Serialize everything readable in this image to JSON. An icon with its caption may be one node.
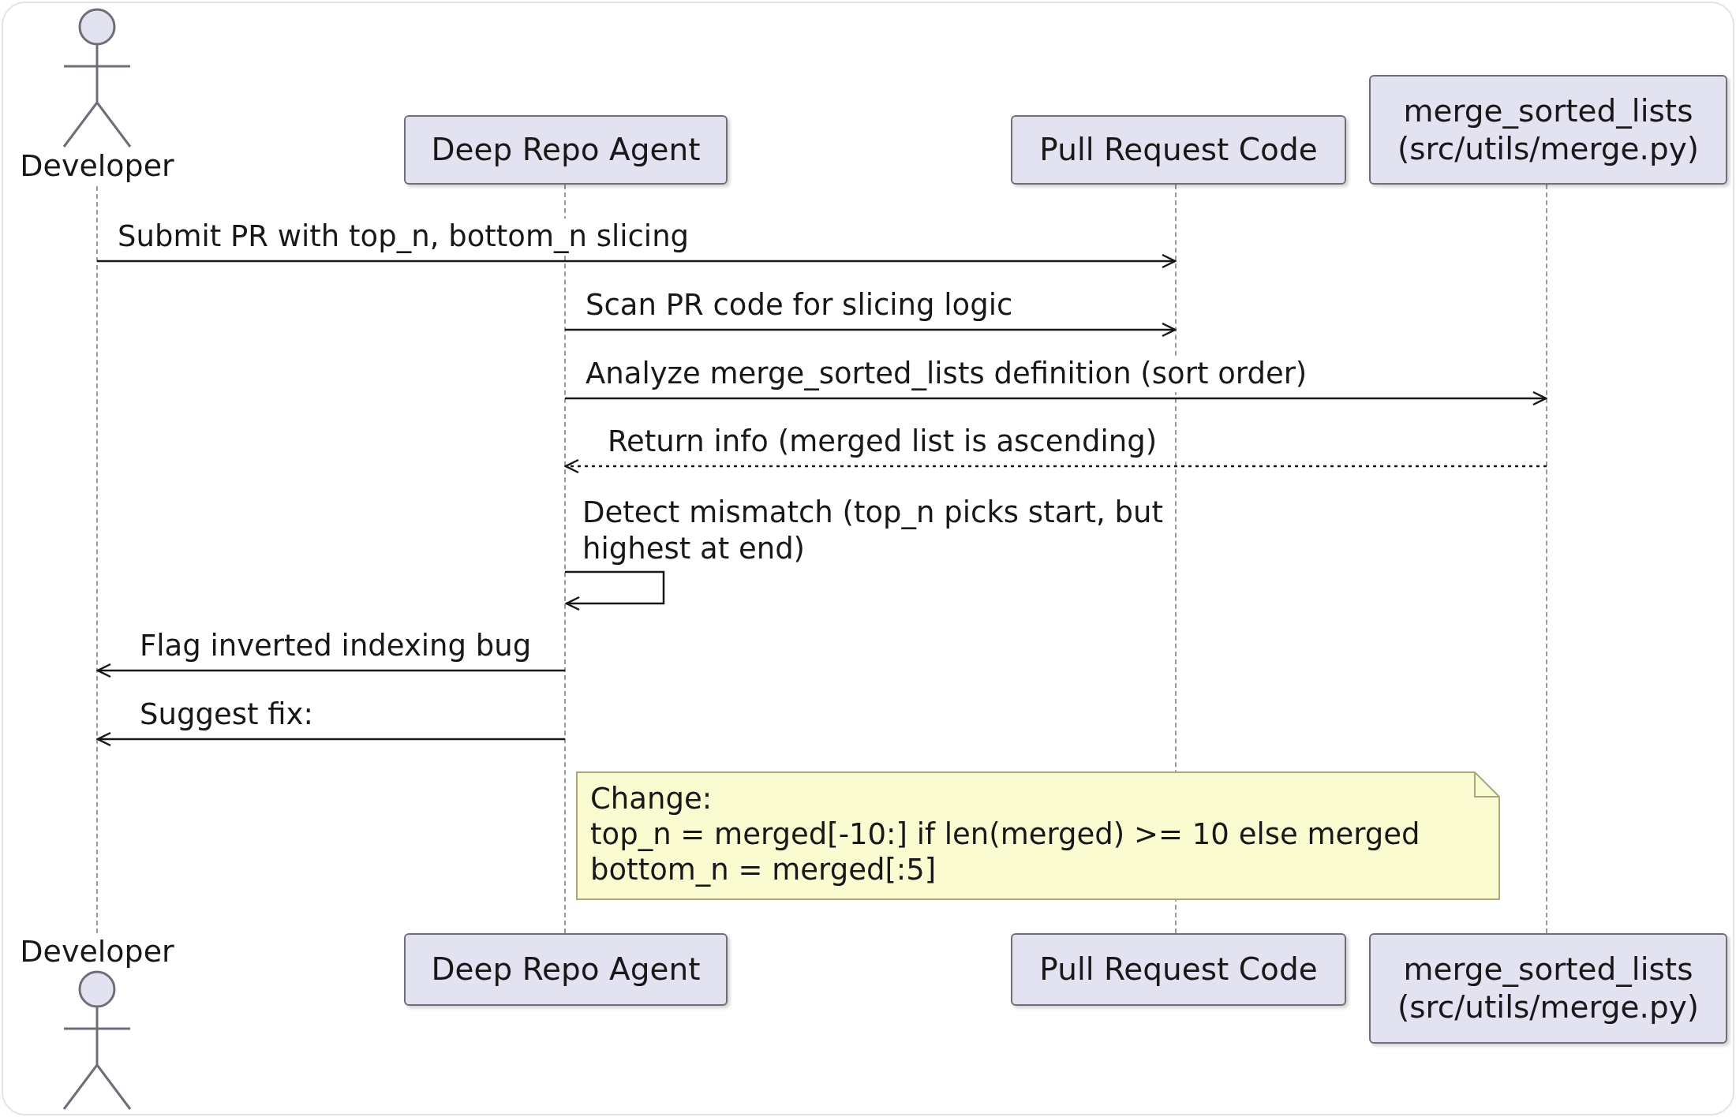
{
  "diagram": {
    "nodes": [
      {
        "text": [
          "Developer"
        ]
      },
      {
        "text": [
          "Deep Repo Agent"
        ]
      },
      {
        "text": [
          "Pull Request Code"
        ]
      },
      {
        "text": [
          "merge_sorted_lists (src/utils/merge.py)"
        ]
      },
      {
        "text": [
          "Developer"
        ]
      },
      {
        "text": [
          "Deep Repo Agent"
        ]
      },
      {
        "text": [
          "Pull Request Code"
        ]
      },
      {
        "text": [
          "merge_sorted_lists (src/utils/merge.py)"
        ]
      },
      {
        "text": [
          "Change:",
          "top_n = merged[-10:] if len(merged) >= 10 else merged",
          "bottom_n = merged[:5]"
        ]
      },
      {
        "text": [],
        "shape": "line"
      },
      {
        "text": [],
        "shape": "line"
      },
      {
        "text": [],
        "shape": "line"
      },
      {
        "text": [],
        "shape": "line"
      }
    ],
    "edges": [
      {
        "from": 9,
        "to": 11,
        "arrow": "to",
        "label": "Submit PR with top_n, bottom_n slicing"
      },
      {
        "from": 10,
        "to": 11,
        "arrow": "to",
        "label": "Scan PR code for slicing logic"
      },
      {
        "from": 10,
        "to": 12,
        "arrow": "to",
        "label": "Analyze merge_sorted_lists definition (sort order)"
      },
      {
        "from": 12,
        "to": 10,
        "arrow": "to",
        "label": "Return info (merged list is ascending)",
        "style": "dashed"
      },
      {
        "from": 10,
        "to": 10,
        "arrow": "to",
        "label": "Detect mismatch (top_n picks start, but highest at end)"
      },
      {
        "from": 10,
        "to": 9,
        "arrow": "to",
        "label": "Flag inverted indexing bug"
      },
      {
        "from": 10,
        "to": 9,
        "arrow": "to",
        "label": "Suggest fix:"
      }
    ]
  }
}
